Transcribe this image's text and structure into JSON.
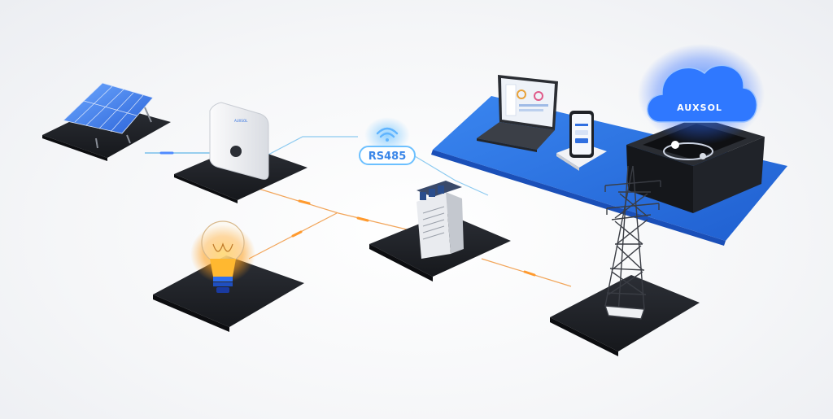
{
  "diagram": {
    "bus_label": "RS485",
    "brand_logo_text": "AUXSOL"
  },
  "colors": {
    "accent_blue": "#2f6fe0",
    "pad_dark": "#1f2126",
    "power_line_orange": "#f29a3a",
    "data_line_blue": "#5fb4e8",
    "cloud_glow": "#2e7bff"
  },
  "nodes": [
    {
      "id": "solar",
      "icon": "solar-panel-icon"
    },
    {
      "id": "inverter",
      "icon": "inverter-icon"
    },
    {
      "id": "load",
      "icon": "lightbulb-icon"
    },
    {
      "id": "meter",
      "icon": "smart-meter-icon"
    },
    {
      "id": "grid",
      "icon": "transmission-tower-icon"
    },
    {
      "id": "monitoring",
      "icon": "laptop-icon"
    },
    {
      "id": "app",
      "icon": "phone-icon"
    },
    {
      "id": "datalogger",
      "icon": "datalogger-icon"
    },
    {
      "id": "cloud",
      "icon": "cloud-icon"
    }
  ]
}
